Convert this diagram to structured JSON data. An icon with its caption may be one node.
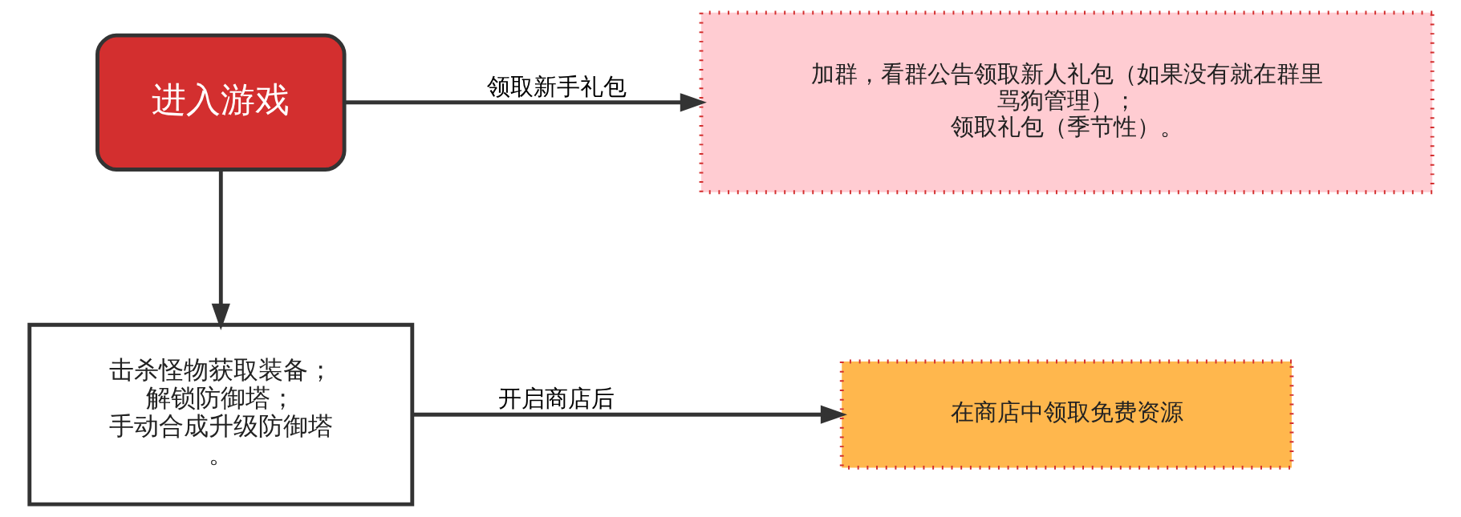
{
  "diagram": {
    "nodes": [
      {
        "text": [
          "进入游戏"
        ]
      },
      {
        "text": [
          "加群，看群公告领取新人礼包（如果没有就在群里骂狗管理）；领取礼包（季节性）。"
        ]
      },
      {
        "text": [
          "击杀怪物获取装备；解锁防御塔；手动合成升级防御塔。"
        ]
      },
      {
        "text": [
          "在商店中领取免费资源"
        ]
      }
    ],
    "edges": [
      {
        "from": 0,
        "to": 1,
        "arrow": "to",
        "label": "领取新手礼包"
      },
      {
        "from": 0,
        "to": 2,
        "arrow": "to"
      },
      {
        "from": 2,
        "to": 3,
        "arrow": "to",
        "label": "开启商店后"
      }
    ]
  }
}
